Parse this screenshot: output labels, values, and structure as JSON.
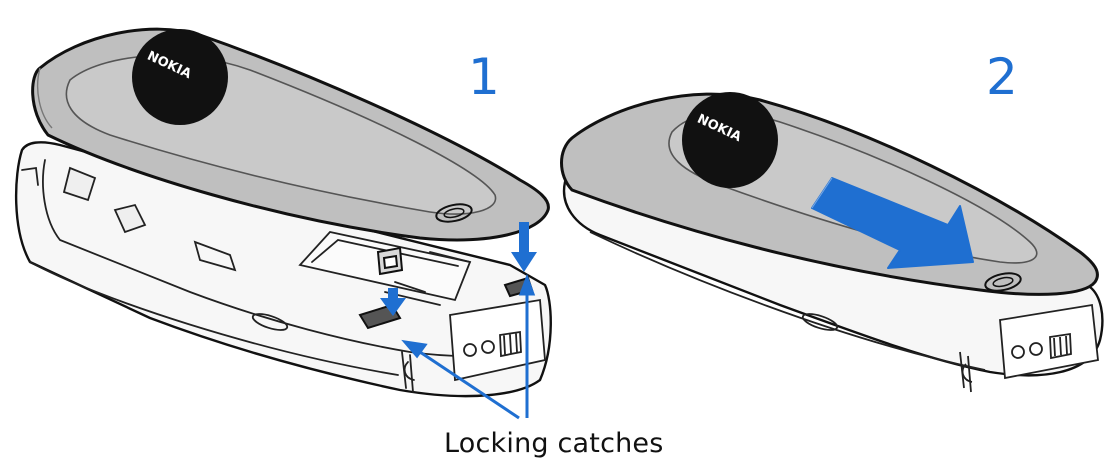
{
  "diagram": {
    "steps": [
      {
        "label": "1"
      },
      {
        "label": "2"
      }
    ],
    "caption": "Locking catches",
    "logo_text": "NOKIA",
    "colors": {
      "accent": "#1f6fd1",
      "cover_fill": "#bfbfbf",
      "cover_dark": "#a9a9a9",
      "outline": "#111111",
      "body_fill": "#f7f7f7",
      "logo_circle": "#111111"
    }
  }
}
